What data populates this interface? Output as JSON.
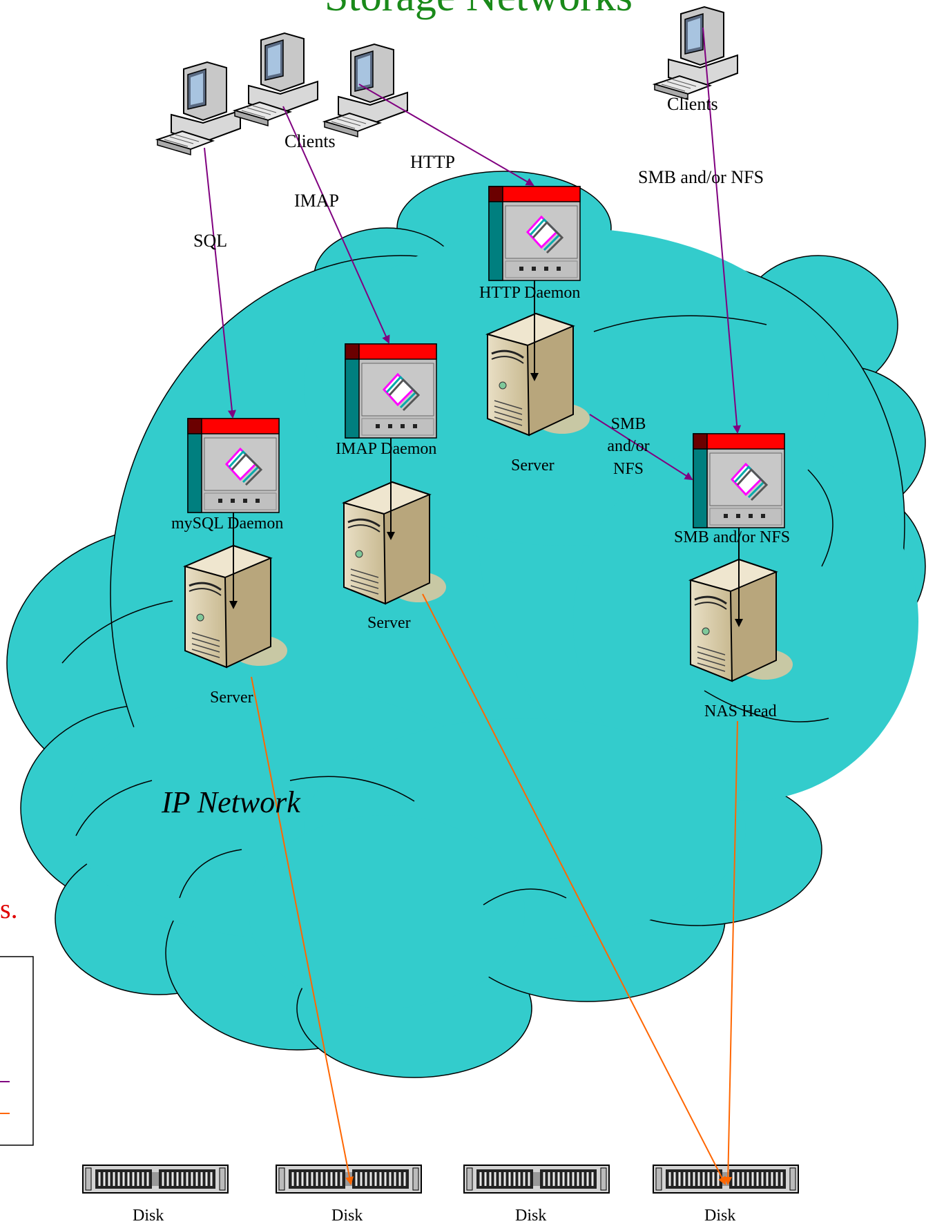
{
  "title": "Storage Networks",
  "network": {
    "label": "IP Network"
  },
  "clients": [
    {
      "label": "Clients"
    },
    {
      "label": "Clients"
    }
  ],
  "protocols": {
    "sql": "SQL",
    "imap": "IMAP",
    "http": "HTTP",
    "smb_nfs_top": "SMB and/or NFS",
    "smb_nfs_mid": [
      "SMB",
      "and/or",
      "NFS"
    ]
  },
  "daemons": {
    "mysql": "mySQL Daemon",
    "imap": "IMAP Daemon",
    "http": "HTTP Daemon",
    "smb": "SMB and/or NFS"
  },
  "servers": {
    "s1": "Server",
    "s2": "Server",
    "s3": "Server",
    "nas": "NAS Head"
  },
  "disks": [
    "Disk",
    "Disk",
    "Disk",
    "Disk"
  ],
  "side_text": "s.",
  "colors": {
    "cloud": "#33cccc",
    "title": "#1a8a1a",
    "client_link": "#800080",
    "storage_link": "#ff6600",
    "local_link": "#000000",
    "daemon_bar": "#ff0000",
    "daemon_side": "#007f7f"
  }
}
